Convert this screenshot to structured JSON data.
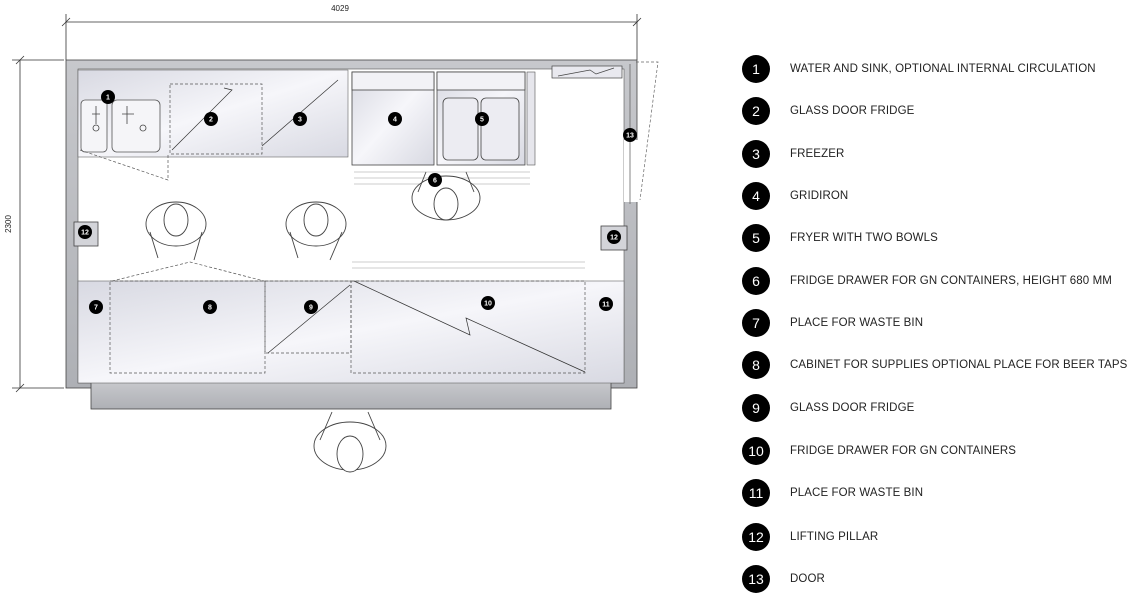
{
  "dimensions": {
    "width": "4029",
    "height": "2300"
  },
  "plan_markers": [
    "1",
    "2",
    "3",
    "4",
    "5",
    "6",
    "7",
    "8",
    "9",
    "10",
    "11",
    "12",
    "12",
    "13"
  ],
  "legend": [
    {
      "number": "1",
      "label": "WATER AND SINK, OPTIONAL INTERNAL CIRCULATION"
    },
    {
      "number": "2",
      "label": "GLASS DOOR FRIDGE"
    },
    {
      "number": "3",
      "label": "FREEZER"
    },
    {
      "number": "4",
      "label": "GRIDIRON"
    },
    {
      "number": "5",
      "label": "FRYER WITH TWO BOWLS"
    },
    {
      "number": "6",
      "label": "FRIDGE DRAWER FOR GN CONTAINERS, HEIGHT 680 MM"
    },
    {
      "number": "7",
      "label": "PLACE FOR WASTE BIN"
    },
    {
      "number": "8",
      "label": "CABINET FOR SUPPLIES OPTIONAL PLACE FOR BEER TAPS"
    },
    {
      "number": "9",
      "label": "GLASS DOOR FRIDGE"
    },
    {
      "number": "10",
      "label": "FRIDGE DRAWER FOR GN CONTAINERS"
    },
    {
      "number": "11",
      "label": "PLACE FOR WASTE BIN"
    },
    {
      "number": "12",
      "label": "LIFTING PILLAR"
    },
    {
      "number": "13",
      "label": "DOOR"
    }
  ],
  "colors": {
    "wall": "#bfc1c6",
    "counter": "#e9e9ef",
    "outline": "#222222",
    "badge": "#000000"
  }
}
